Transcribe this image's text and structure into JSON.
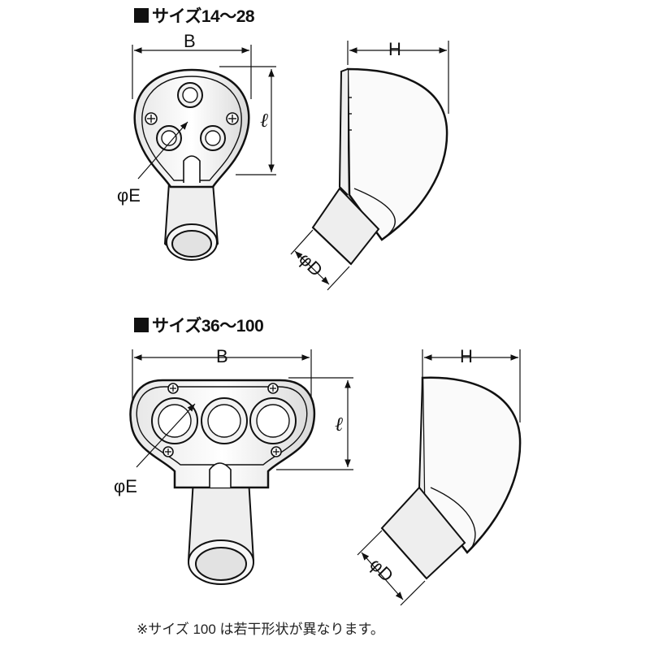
{
  "sections": [
    {
      "title": "サイズ14〜28"
    },
    {
      "title": "サイズ36〜100"
    }
  ],
  "labels": {
    "top": {
      "B": "B",
      "H": "H",
      "l": "ℓ",
      "E": "φE",
      "D": "φD"
    },
    "bottom": {
      "B": "B",
      "H": "H",
      "l": "ℓ",
      "E": "φE",
      "D": "φD"
    }
  },
  "note": "※サイズ 100 は若干形状が異なります。"
}
